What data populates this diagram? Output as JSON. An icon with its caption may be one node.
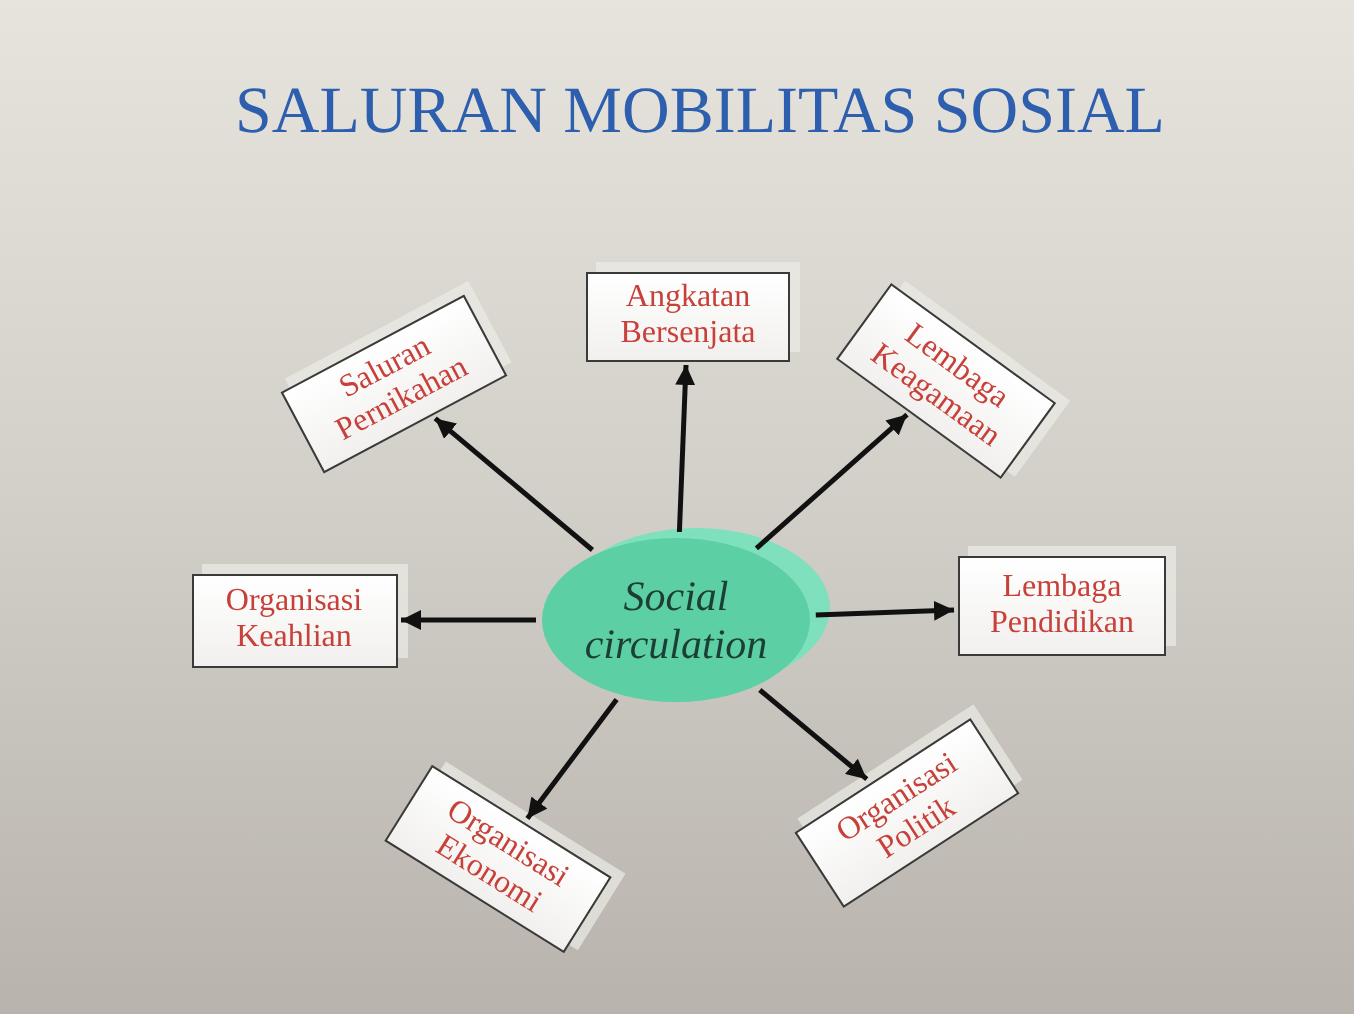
{
  "diagram": {
    "title": "SALURAN MOBILITAS SOSIAL",
    "nodes": [
      {
        "text": [
          "Saluran Pernikahan"
        ]
      },
      {
        "text": [
          "Angkatan Bersenjata"
        ]
      },
      {
        "text": [
          "Lembaga Keagamaan"
        ]
      },
      {
        "text": [
          "Organisasi Keahlian"
        ]
      },
      {
        "text": [
          "Social circulation"
        ]
      },
      {
        "text": [
          "Lembaga Pendidikan"
        ]
      },
      {
        "text": [
          "Organisasi Ekonomi"
        ]
      },
      {
        "text": [
          "Organisasi Politik"
        ]
      }
    ],
    "edges": [
      {
        "from": 4,
        "to": 0,
        "arrow": "to"
      },
      {
        "from": 4,
        "to": 1,
        "arrow": "to"
      },
      {
        "from": 4,
        "to": 2,
        "arrow": "to"
      },
      {
        "from": 4,
        "to": 3,
        "arrow": "to"
      },
      {
        "from": 4,
        "to": 5,
        "arrow": "to"
      },
      {
        "from": 4,
        "to": 6,
        "arrow": "to"
      },
      {
        "from": 4,
        "to": 7,
        "arrow": "to"
      }
    ]
  }
}
